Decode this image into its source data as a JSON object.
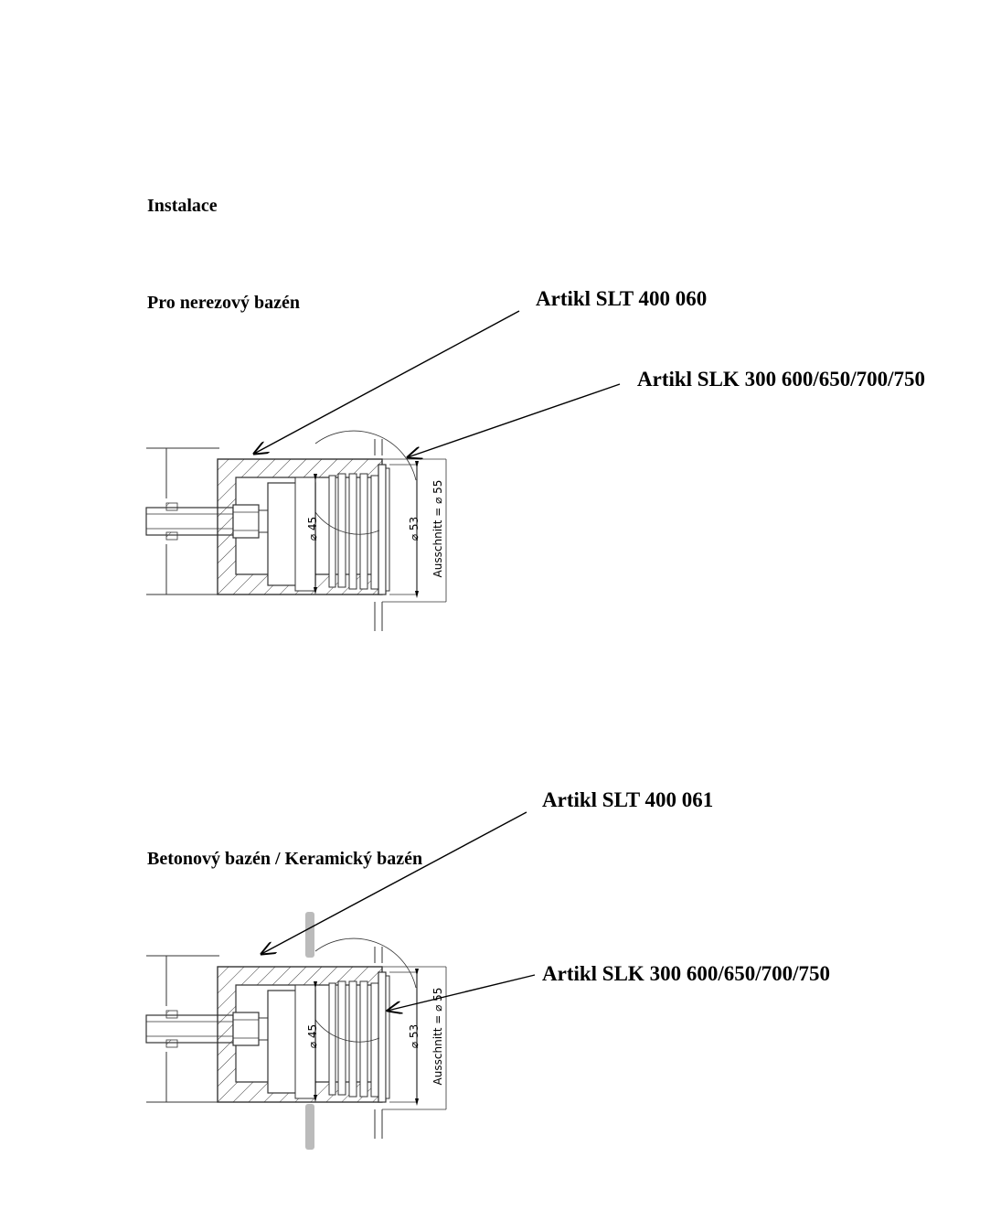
{
  "page": {
    "title": "Instalace"
  },
  "section1": {
    "heading": "Pro nerezový bazén",
    "callout_housing": "Artikl SLT 400 060",
    "callout_lamp": "Artikl SLK 300 600/650/700/750"
  },
  "section2": {
    "heading": "Betonový bazén / Keramický bazén",
    "callout_housing": "Artikl SLT 400 061",
    "callout_lamp": "Artikl SLK 300 600/650/700/750"
  },
  "dimensions": {
    "d45": "⌀ 45",
    "d53": "⌀ 53",
    "cutout": "Ausschnitt = ⌀ 55"
  },
  "colors": {
    "line": "#333333",
    "accent_pipe": "#bbbbbb"
  }
}
